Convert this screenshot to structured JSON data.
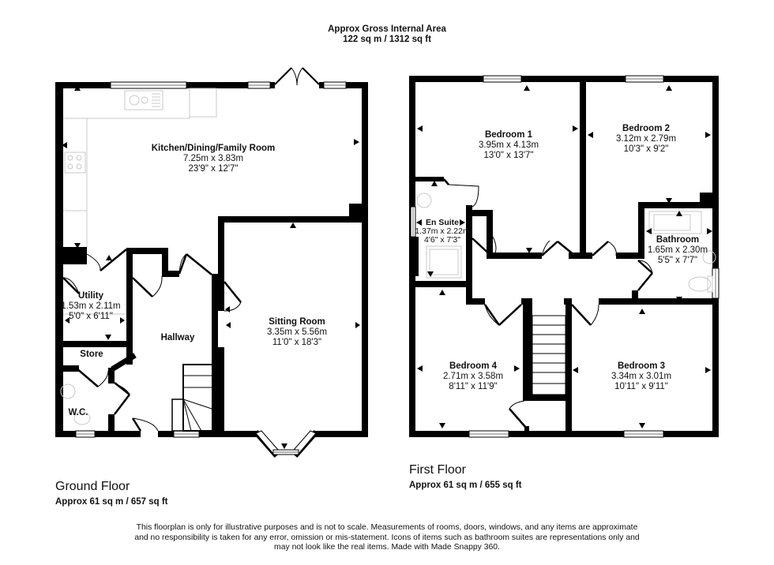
{
  "header": {
    "title": "Approx Gross Internal Area",
    "area": "122 sq m / 1312 sq ft"
  },
  "ground_floor": {
    "title": "Ground Floor",
    "area": "Approx 61 sq m / 657 sq ft",
    "rooms": [
      {
        "name": "Kitchen/Dining/Family Room",
        "metric": "7.25m x 3.83m",
        "imperial": "23'9\" x 12'7\""
      },
      {
        "name": "Utility",
        "metric": "1.53m x 2.11m",
        "imperial": "5'0\" x 6'11\""
      },
      {
        "name": "Hallway",
        "metric": "",
        "imperial": ""
      },
      {
        "name": "Sitting Room",
        "metric": "3.35m x 5.56m",
        "imperial": "11'0\" x 18'3\""
      },
      {
        "name": "Store",
        "metric": "",
        "imperial": ""
      },
      {
        "name": "W.C.",
        "metric": "",
        "imperial": ""
      }
    ]
  },
  "first_floor": {
    "title": "First Floor",
    "area": "Approx 61 sq m / 655 sq ft",
    "rooms": [
      {
        "name": "Bedroom 1",
        "metric": "3.95m x 4.13m",
        "imperial": "13'0\" x 13'7\""
      },
      {
        "name": "Bedroom 2",
        "metric": "3.12m x 2.79m",
        "imperial": "10'3\" x 9'2\""
      },
      {
        "name": "En Suite",
        "metric": "1.37m x 2.22m",
        "imperial": "4'6\" x 7'3\""
      },
      {
        "name": "Bathroom",
        "metric": "1.65m x 2.30m",
        "imperial": "5'5\" x 7'7\""
      },
      {
        "name": "Bedroom 4",
        "metric": "2.71m x 3.58m",
        "imperial": "8'11\" x 11'9\""
      },
      {
        "name": "Bedroom 3",
        "metric": "3.34m x 3.01m",
        "imperial": "10'11\" x 9'11\""
      }
    ]
  },
  "disclaimer": [
    "This floorplan is only for illustrative purposes and is not to scale. Measurements of rooms, doors, windows, and any items are approximate",
    "and no responsibility is taken for any error, omission or mis-statement. Icons of items such as bathroom suites are representations only and",
    "may not look like the real items. Made with Made Snappy 360."
  ],
  "colors": {
    "wall": "#000000",
    "fixture": "#c8c8c8",
    "window": "#9a9a9a",
    "background": "#ffffff"
  }
}
